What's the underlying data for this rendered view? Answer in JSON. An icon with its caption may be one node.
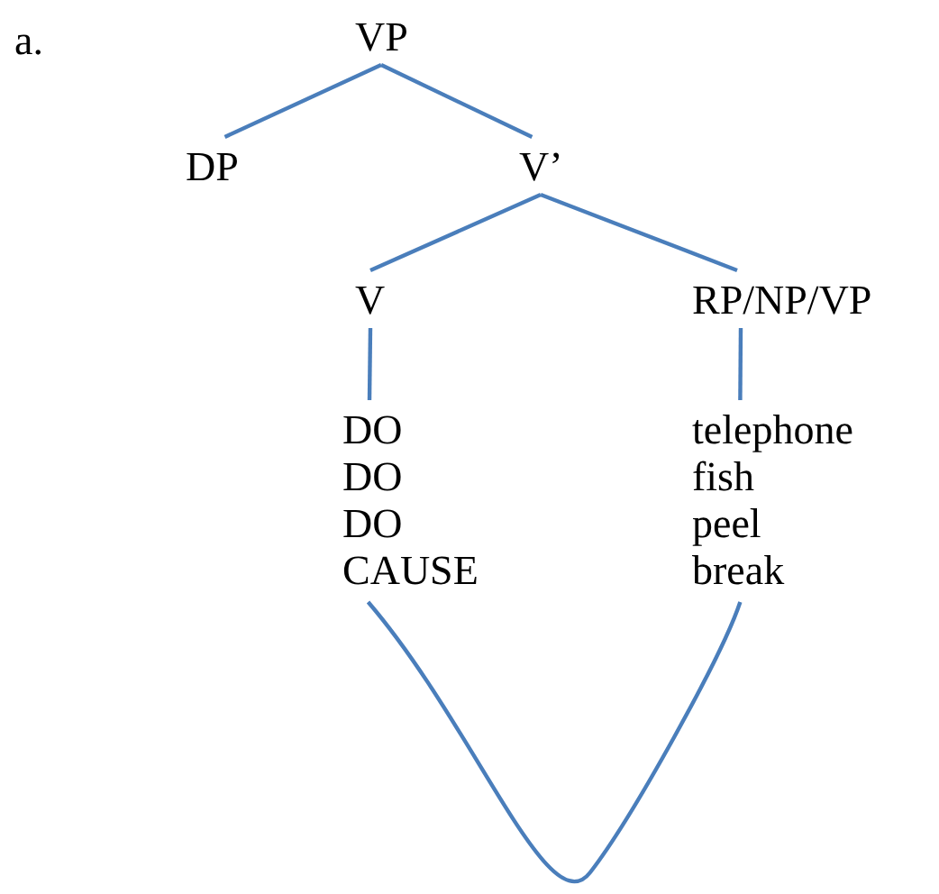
{
  "diagram": {
    "nodes": [
      {
        "text": [
          "VP"
        ]
      },
      {
        "text": [
          "DP"
        ]
      },
      {
        "text": [
          "V’"
        ]
      },
      {
        "text": [
          "V"
        ]
      },
      {
        "text": [
          "RP/NP/VP"
        ]
      },
      {
        "text": [
          "DO",
          "DO",
          "DO",
          "CAUSE"
        ]
      },
      {
        "text": [
          "telephone",
          "fish",
          "peel",
          "break"
        ]
      }
    ],
    "edges": [
      {
        "from": 0,
        "to": 1,
        "arrow": "none"
      },
      {
        "from": 0,
        "to": 2,
        "arrow": "none"
      },
      {
        "from": 2,
        "to": 3,
        "arrow": "none"
      },
      {
        "from": 2,
        "to": 4,
        "arrow": "none"
      },
      {
        "from": 3,
        "to": 5,
        "arrow": "none"
      },
      {
        "from": 4,
        "to": 6,
        "arrow": "none"
      },
      {
        "from": 5,
        "to": 6,
        "arrow": "none"
      }
    ],
    "labels": [
      "a."
    ]
  }
}
